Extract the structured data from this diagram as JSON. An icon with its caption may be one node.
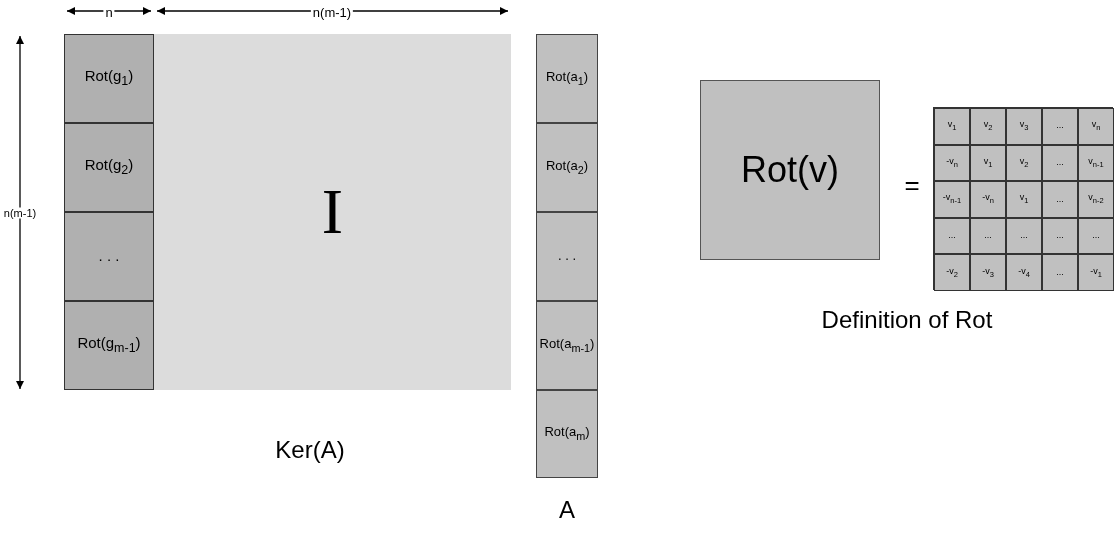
{
  "diagram": {
    "nodes": [
      {
        "text": [],
        "shape": "box",
        "beside": [
          "Ker(A)"
        ]
      },
      {
        "text": [
          "Rot(g$_{1}$)"
        ],
        "in": 0
      },
      {
        "text": [
          "Rot(g$_{2}$)"
        ],
        "in": 0
      },
      {
        "text": [
          ". . ."
        ],
        "in": 0
      },
      {
        "text": [
          "Rot(g$_{m-1}$)"
        ],
        "in": 0
      },
      {
        "text": [
          "I"
        ],
        "in": 0
      },
      {
        "text": [],
        "shape": "box",
        "beside": [
          "A"
        ]
      },
      {
        "text": [
          "Rot(a$_{1}$)"
        ],
        "in": 6
      },
      {
        "text": [
          "Rot(a$_{2}$)"
        ],
        "in": 6
      },
      {
        "text": [
          ". . ."
        ],
        "in": 6
      },
      {
        "text": [
          "Rot(a$_{m-1}$)"
        ],
        "in": 6
      },
      {
        "text": [
          "Rot(a$_{m}$)"
        ],
        "in": 6
      },
      {
        "text": [
          "Rot(v)"
        ]
      },
      {
        "text": [],
        "shape": "box"
      },
      {
        "text": [
          "v$_{1}$"
        ],
        "in": 13
      },
      {
        "text": [
          "v$_{2}$"
        ],
        "in": 13
      },
      {
        "text": [
          "v$_{3}$"
        ],
        "in": 13
      },
      {
        "text": [
          "..."
        ],
        "in": 13
      },
      {
        "text": [
          "v$_{n}$"
        ],
        "in": 13
      },
      {
        "text": [
          "-v$_{n}$"
        ],
        "in": 13
      },
      {
        "text": [
          "v$_{1}$"
        ],
        "in": 13
      },
      {
        "text": [
          "v$_{2}$"
        ],
        "in": 13
      },
      {
        "text": [
          "..."
        ],
        "in": 13
      },
      {
        "text": [
          "v$_{n-1}$"
        ],
        "in": 13
      },
      {
        "text": [
          "-v$_{n-1}$"
        ],
        "in": 13
      },
      {
        "text": [
          "-v$_{n}$"
        ],
        "in": 13
      },
      {
        "text": [
          "v$_{1}$"
        ],
        "in": 13
      },
      {
        "text": [
          "..."
        ],
        "in": 13
      },
      {
        "text": [
          "v$_{n-2}$"
        ],
        "in": 13
      },
      {
        "text": [
          "..."
        ],
        "in": 13
      },
      {
        "text": [
          "..."
        ],
        "in": 13
      },
      {
        "text": [
          "..."
        ],
        "in": 13
      },
      {
        "text": [
          "..."
        ],
        "in": 13
      },
      {
        "text": [
          "..."
        ],
        "in": 13
      },
      {
        "text": [
          "-v$_{2}$"
        ],
        "in": 13
      },
      {
        "text": [
          "-v$_{3}$"
        ],
        "in": 13
      },
      {
        "text": [
          "-v$_{4}$"
        ],
        "in": 13
      },
      {
        "text": [
          "..."
        ],
        "in": 13
      },
      {
        "text": [
          "-v$_{1}$"
        ],
        "in": 13
      }
    ],
    "edges": [],
    "labels": [
      "n",
      "n(m-1)",
      "n(m-1)",
      "=",
      "Definition of Rot"
    ]
  }
}
